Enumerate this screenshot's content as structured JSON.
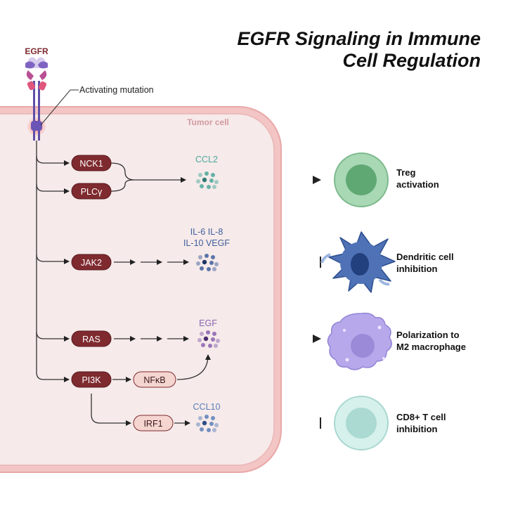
{
  "title": {
    "line1": "EGFR Signaling in Immune",
    "line2": "Cell Regulation"
  },
  "receptor": {
    "label": "EGFR",
    "mutation_label": "Activating mutation"
  },
  "cell": {
    "label": "Tumor cell"
  },
  "nodes": {
    "nck1": "NCK1",
    "plcg": "PLCγ",
    "jak2": "JAK2",
    "ras": "RAS",
    "pi3k": "PI3K",
    "nfkb": "NFκB",
    "irf1": "IRF1"
  },
  "cytokines": {
    "ccl2": "CCL2",
    "il_line1": "IL-6  IL-8",
    "il_line2": "IL-10  VEGF",
    "egf": "EGF",
    "ccl10": "CCL10"
  },
  "outcomes": {
    "treg_line1": "Treg",
    "treg_line2": "activation",
    "dc_line1": "Dendritic cell",
    "dc_line2": "inhibition",
    "m2_line1": "Polarization to",
    "m2_line2": "M2 macrophage",
    "cd8_line1": "CD8+ T cell",
    "cd8_line2": "inhibition"
  },
  "colors": {
    "node_dark": "#7e2a2f",
    "node_light": "#f5d5d0",
    "membrane": "#f0b8b8",
    "cytoplasm": "#f6eaea",
    "receptor": "#7a5bb0",
    "ccl2": "#4aa89a",
    "il": "#3f5f9c",
    "egf": "#8a62b2",
    "ccl10": "#5a80b8",
    "treg": "#8fc79d",
    "dendritic": "#4f72b6",
    "macrophage": "#b7a8ec",
    "tcell": "#bfe6df"
  }
}
